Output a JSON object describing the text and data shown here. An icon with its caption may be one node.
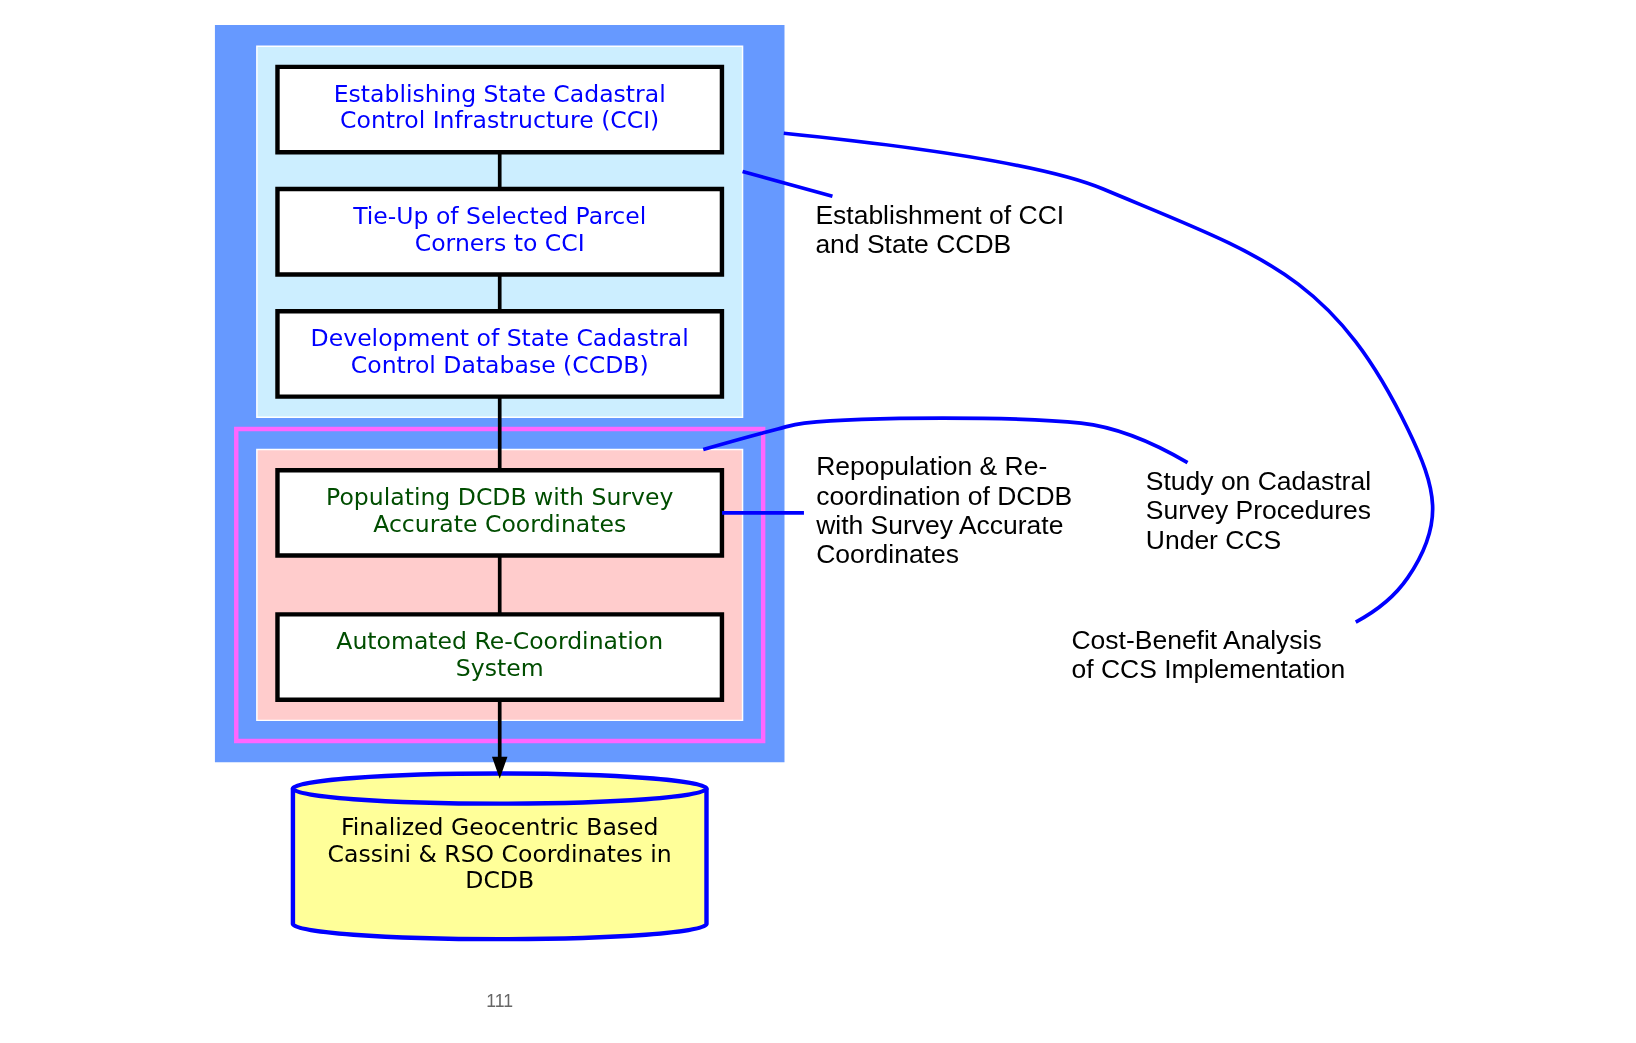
{
  "diagram": {
    "nodes": [
      {
        "text": [],
        "shape": "box"
      },
      {
        "text": [],
        "shape": "box",
        "in": 0
      },
      {
        "text": [
          "Establishing State Cadastral Control Infrastructure (CCI)"
        ],
        "in": 1
      },
      {
        "text": [
          "Tie-Up of Selected Parcel Corners to CCI"
        ],
        "in": 1
      },
      {
        "text": [
          "Development of State Cadastral Control Database (CCDB)"
        ],
        "in": 1
      },
      {
        "text": [],
        "shape": "box",
        "in": 0
      },
      {
        "text": [],
        "shape": "box",
        "in": 5
      },
      {
        "text": [
          "Populating DCDB with Survey Accurate Coordinates"
        ],
        "in": 6
      },
      {
        "text": [
          "Automated Re-Coordination System"
        ],
        "in": 6
      },
      {
        "text": [
          "Finalized Geocentric Based Cassini & RSO Coordinates in DCDB"
        ]
      },
      {
        "text": [
          "Establishment of CCI and State CCDB"
        ]
      },
      {
        "text": [
          "Repopulation & Re-coordination of DCDB with Survey Accurate Coordinates"
        ]
      },
      {
        "text": [
          "Study on Cadastral Survey Procedures Under CCS"
        ]
      },
      {
        "text": [
          "Cost-Benefit Analysis of CCS Implementation"
        ]
      }
    ],
    "edges": [
      {
        "from": 2,
        "to": 3,
        "arrow": "none"
      },
      {
        "from": 3,
        "to": 4,
        "arrow": "none"
      },
      {
        "from": 4,
        "to": 7,
        "arrow": "none"
      },
      {
        "from": 7,
        "to": 8,
        "arrow": "none"
      },
      {
        "from": 8,
        "to": 9,
        "arrow": "to"
      },
      {
        "from": 10,
        "to": 1,
        "arrow": "none",
        "color": "#0000ff"
      },
      {
        "from": 11,
        "to": 7,
        "arrow": "none",
        "color": "#0000ff"
      },
      {
        "from": 12,
        "to": 6,
        "arrow": "none",
        "color": "#0000ff"
      },
      {
        "from": 13,
        "to": 0,
        "arrow": "none",
        "color": "#0000ff"
      }
    ],
    "labels": [
      "111"
    ]
  }
}
